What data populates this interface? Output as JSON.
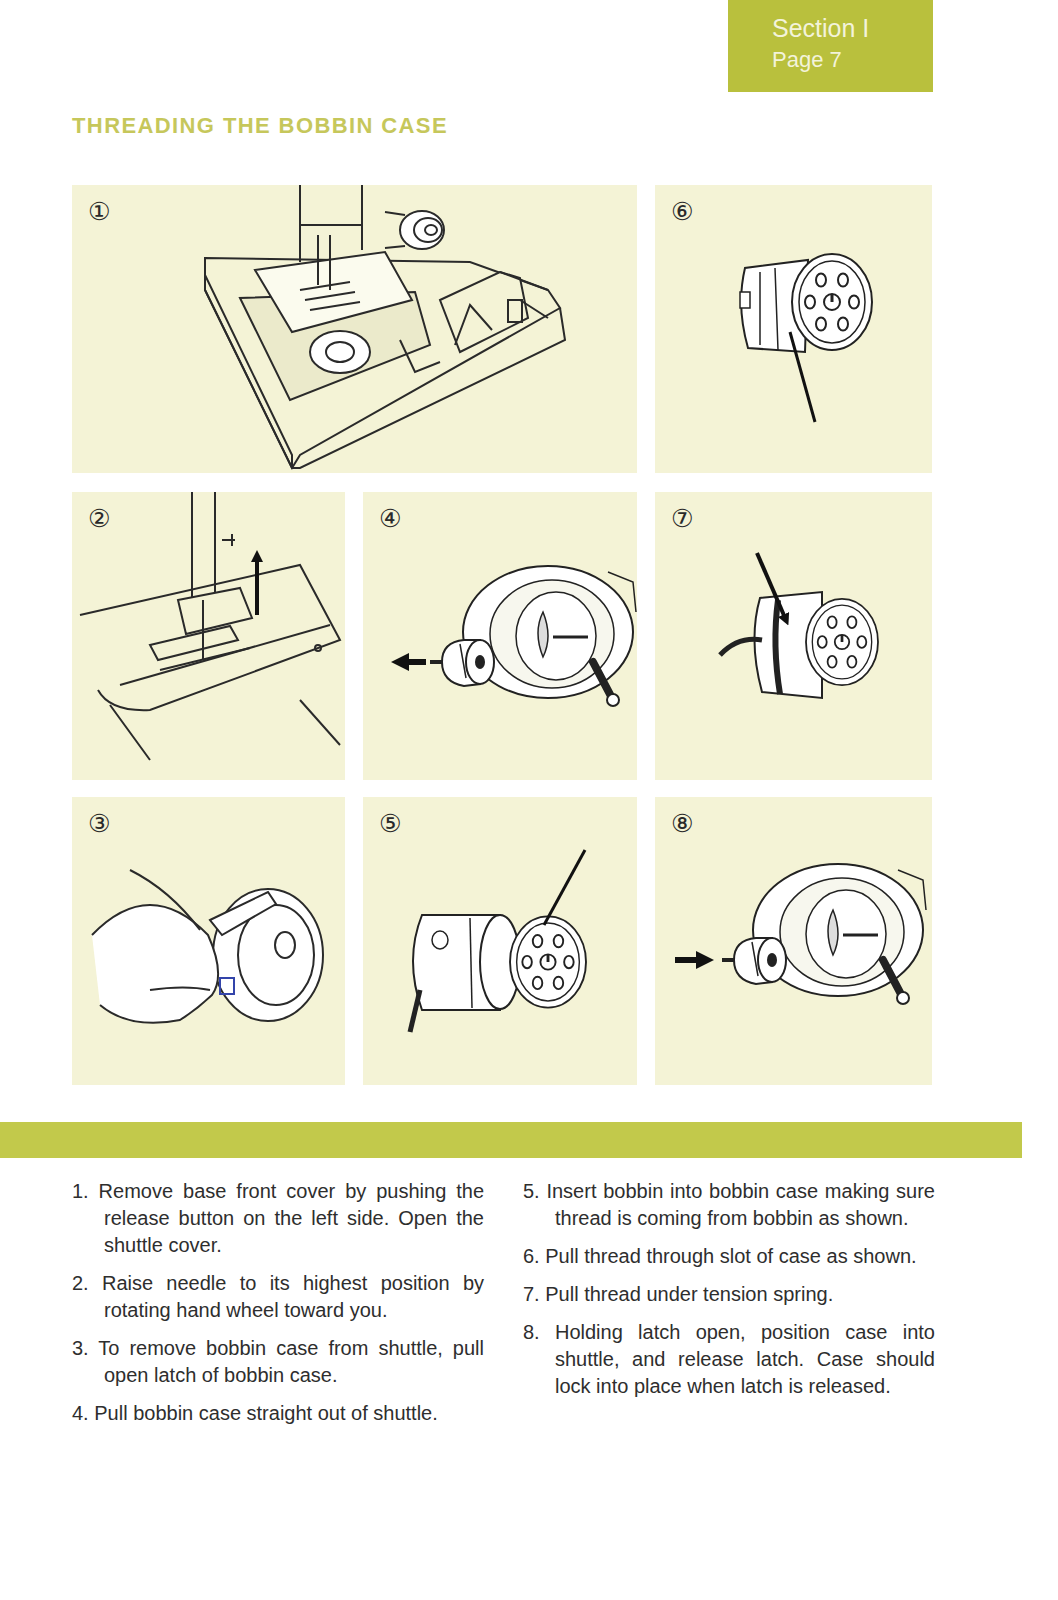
{
  "diagram": {
    "title": "THREADING THE BOBBIN CASE",
    "nodes": [
      {
        "text": [
          "Section I",
          "Page 7"
        ]
      },
      {
        "text": [
          "①"
        ]
      },
      {
        "text": [
          "⑥"
        ]
      },
      {
        "text": [
          "②"
        ]
      },
      {
        "text": [
          "④"
        ]
      },
      {
        "text": [
          "⑦"
        ]
      },
      {
        "text": [
          "③"
        ]
      },
      {
        "text": [
          "⑤"
        ]
      },
      {
        "text": [
          "⑧"
        ]
      }
    ],
    "labels": [
      "1. Remove base front cover by pushing the release button on the left side. Open the shuttle cover.",
      "2. Raise needle to its highest position by rotating hand wheel toward you.",
      "3. To remove bobbin case from shuttle, pull open latch of bobbin case.",
      "4. Pull bobbin case straight out of shuttle.",
      "5. Insert bobbin into bobbin case making sure thread is coming from bobbin as shown.",
      "6. Pull thread through slot of case as shown.",
      "7. Pull thread under tension spring.",
      "8. Holding latch open, position case into shuttle, and release latch. Case should lock into place when latch is released."
    ]
  }
}
